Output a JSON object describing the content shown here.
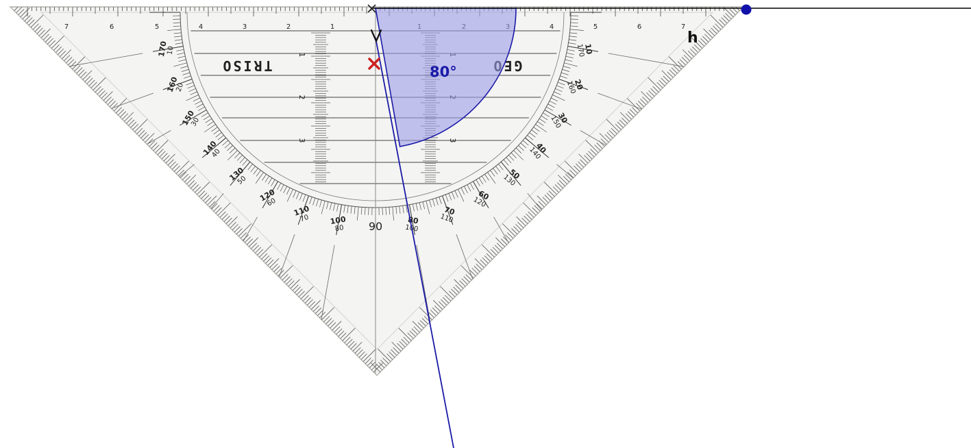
{
  "protractor": {
    "brand_left": "TRISO",
    "brand_right": "GEO",
    "center_mark": "90",
    "ruler_top_labels": [
      "7",
      "6",
      "5",
      "4",
      "3",
      "2",
      "1",
      "1",
      "2",
      "3",
      "4",
      "5",
      "6",
      "7"
    ],
    "inner_ruler_left_labels": [
      "1",
      "2",
      "3"
    ],
    "inner_ruler_right_labels": [
      "1",
      "2",
      "3"
    ],
    "angle_pairs": [
      {
        "outer": "170",
        "inner": "10"
      },
      {
        "outer": "160",
        "inner": "20"
      },
      {
        "outer": "150",
        "inner": "30"
      },
      {
        "outer": "140",
        "inner": "40"
      },
      {
        "outer": "130",
        "inner": "50"
      },
      {
        "outer": "120",
        "inner": "60"
      },
      {
        "outer": "110",
        "inner": "70"
      },
      {
        "outer": "100",
        "inner": "80"
      },
      {
        "outer": "80",
        "inner": "100"
      },
      {
        "outer": "70",
        "inner": "110"
      },
      {
        "outer": "60",
        "inner": "120"
      },
      {
        "outer": "50",
        "inner": "130"
      },
      {
        "outer": "40",
        "inner": "140"
      },
      {
        "outer": "30",
        "inner": "150"
      },
      {
        "outer": "20",
        "inner": "160"
      },
      {
        "outer": "10",
        "inner": "170"
      }
    ]
  },
  "construction": {
    "angle_label": "80°",
    "angle_degrees": 80,
    "line_label": "h",
    "colors": {
      "line": "#000000",
      "ray": "#1a1aa8",
      "sector_fill": "#9c9ce8",
      "sector_stroke": "#1a1aa8",
      "point": "#1111aa",
      "x_mark": "#cc2222",
      "angle_text": "#1a1aa8"
    }
  }
}
